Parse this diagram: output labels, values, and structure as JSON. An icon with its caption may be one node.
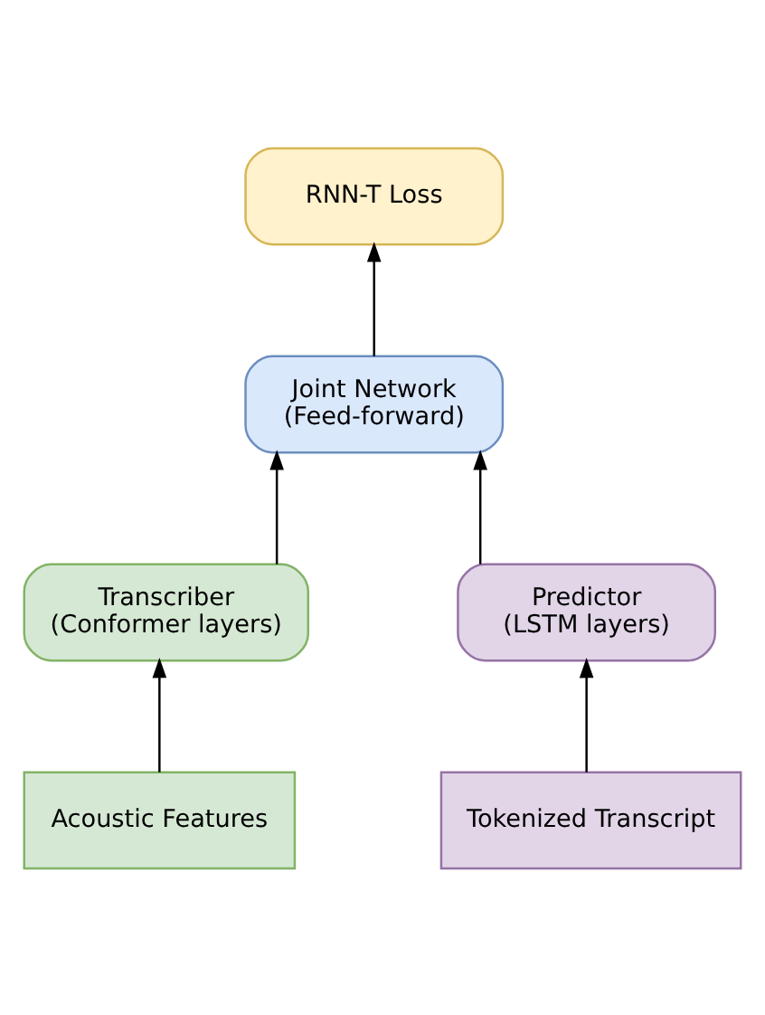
{
  "diagram": {
    "nodes": [
      {
        "text": [
          "RNN-T Loss"
        ]
      },
      {
        "text": [
          "Joint Network (Feed-forward)"
        ]
      },
      {
        "text": [
          "Transcriber (Conformer layers)"
        ]
      },
      {
        "text": [
          "Predictor (LSTM layers)"
        ]
      },
      {
        "text": [
          "Acoustic Features"
        ]
      },
      {
        "text": [
          "Tokenized Transcript"
        ]
      }
    ],
    "edges": [
      {
        "from": 1,
        "to": 0,
        "arrow": "to"
      },
      {
        "from": 2,
        "to": 1,
        "arrow": "to"
      },
      {
        "from": 3,
        "to": 1,
        "arrow": "to"
      },
      {
        "from": 4,
        "to": 2,
        "arrow": "to"
      },
      {
        "from": 5,
        "to": 3,
        "arrow": "to"
      }
    ]
  }
}
